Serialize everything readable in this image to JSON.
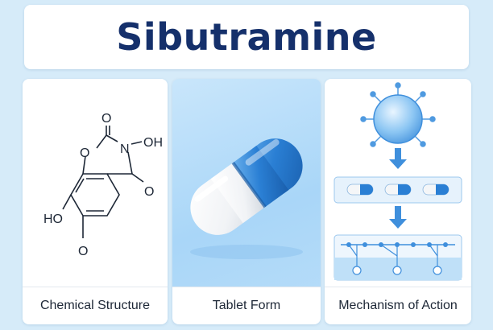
{
  "title": "Sibutramine",
  "panels": {
    "structure": {
      "caption": "Chemical Structure",
      "atoms": {
        "o_top": "O",
        "o_ring": "O",
        "n": "N",
        "oh_n": "OH",
        "o_right": "O",
        "ho_left": "HO",
        "o_bottom": "O"
      }
    },
    "tablet": {
      "caption": "Tablet Form"
    },
    "mechanism": {
      "caption": "Mechanism of Action"
    }
  },
  "colors": {
    "background": "#d6ebf9",
    "title_text": "#15306b",
    "capsule_blue": "#2a7fd4",
    "capsule_white": "#f4f6f8",
    "accent_blue": "#3f8fdc"
  },
  "icons": [
    "cell-receptor-icon",
    "arrow-down-icon",
    "capsule-row-icon",
    "membrane-network-icon"
  ]
}
